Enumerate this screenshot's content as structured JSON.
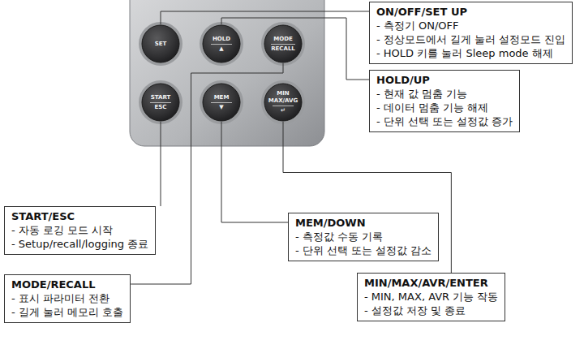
{
  "diagram": {
    "nodes": [
      {
        "text": [
          "SET"
        ]
      },
      {
        "text": [
          "HOLD",
          "▲"
        ]
      },
      {
        "text": [
          "MODE",
          "RECALL"
        ]
      },
      {
        "text": [
          "START",
          "ESC"
        ]
      },
      {
        "text": [
          "MEM",
          "▼"
        ]
      },
      {
        "text": [
          "MIN",
          "MAX/AVG",
          "↵"
        ]
      },
      {
        "text": [
          "ON/OFF/SET UP",
          "- 측정기 ON/OFF",
          "- 정상모드에서 길게 눌러 설정모드 진입",
          "- HOLD 키를 눌러 Sleep mode 해제"
        ]
      },
      {
        "text": [
          "HOLD/UP",
          "- 현재 값 멈춤 기능",
          "- 데이터 멈춤 기능 해제",
          "- 단위 선택 또는 설정값 증가"
        ]
      },
      {
        "text": [
          "START/ESC",
          "- 자동 로깅 모드 시작",
          "- Setup/recall/logging 종료"
        ]
      },
      {
        "text": [
          "MEM/DOWN",
          "- 측정값 수동 기록",
          "- 단위 선택 또는 설정값 감소"
        ]
      },
      {
        "text": [
          "MODE/RECALL",
          "- 표시 파라미터 전환",
          "- 길게 눌러 메모리 호출"
        ]
      },
      {
        "text": [
          "MIN/MAX/AVR/ENTER",
          "- MIN, MAX, AVR 기능 작동",
          "- 설정값 저장 및 종료"
        ]
      }
    ],
    "edges": [
      {
        "from": 6,
        "to": 0,
        "arrow": "none"
      },
      {
        "from": 7,
        "to": 1,
        "arrow": "none"
      },
      {
        "from": 8,
        "to": 3,
        "arrow": "none"
      },
      {
        "from": 9,
        "to": 4,
        "arrow": "none"
      },
      {
        "from": 10,
        "to": 2,
        "arrow": "none"
      },
      {
        "from": 11,
        "to": 5,
        "arrow": "none"
      }
    ]
  }
}
